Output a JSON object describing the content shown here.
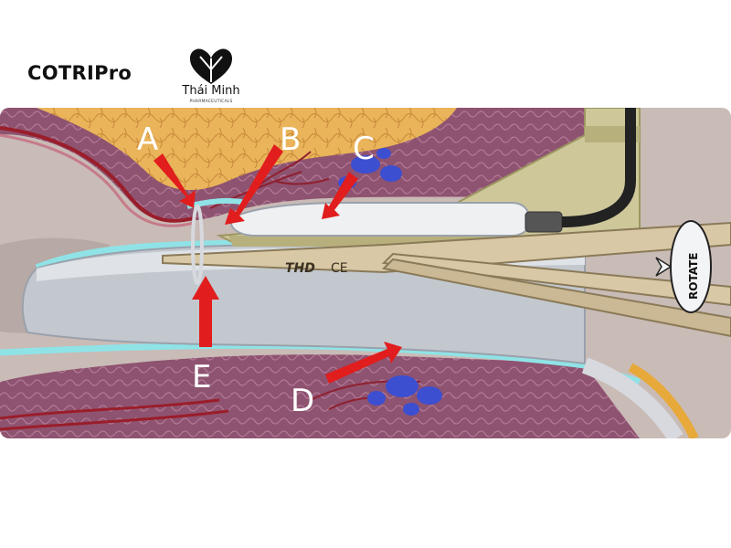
{
  "brand": {
    "name": "COTRIPro"
  },
  "logo": {
    "name": "Thái Minh",
    "subtitle": "PHARMACEUTICALS"
  },
  "device": {
    "marking": "THD",
    "ce_mark": "CE",
    "dial_text": "ROTATE"
  },
  "labels": [
    {
      "id": "A",
      "text": "A"
    },
    {
      "id": "B",
      "text": "B"
    },
    {
      "id": "C",
      "text": "C"
    },
    {
      "id": "D",
      "text": "D"
    },
    {
      "id": "E",
      "text": "E"
    }
  ],
  "colors": {
    "arrow": "#e11d1d",
    "tissue": "#8a4a62",
    "fat": "#e0a94a",
    "vein": "#3c4fd1",
    "device": "#d9c8a6",
    "lining": "#8fe3e6"
  }
}
